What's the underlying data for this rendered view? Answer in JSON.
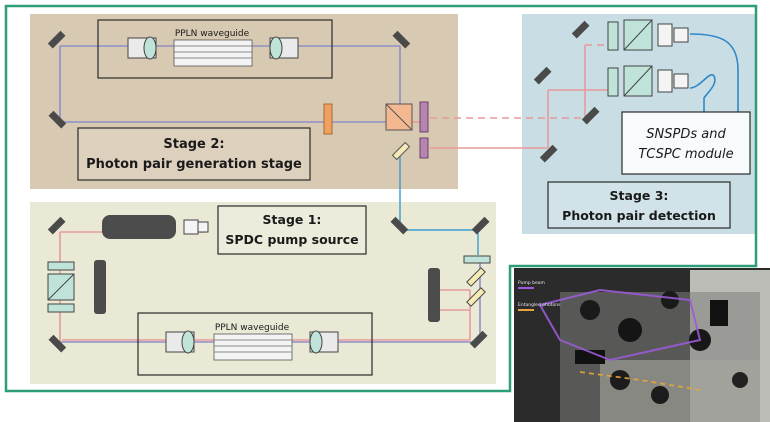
{
  "stage1": {
    "title": "Stage 1:",
    "subtitle": "SPDC pump source",
    "color": "#e9e9d6"
  },
  "stage2": {
    "title": "Stage 2:",
    "subtitle": "Photon pair generation stage",
    "color": "#d8c9b2"
  },
  "stage3": {
    "title": "Stage 3:",
    "subtitle": "Photon pair detection",
    "color": "#c9dde4"
  },
  "waveguide_top_label": "PPLN waveguide",
  "waveguide_bottom_label": "PPLN waveguide",
  "detector_module": {
    "line1": "SNSPDs and",
    "line2": "TCSPC module"
  },
  "photo_legend": {
    "pump_label": "Pump beam",
    "entangled_label": "Entangled photons"
  },
  "colors": {
    "frame": "#2e9e78",
    "pump_beam": "#8f8fc7",
    "entangled_beam": "#e89a9a",
    "fiber": "#2f88c9",
    "mirror": "#4a4a4a",
    "crystal": "#a8d6c9"
  }
}
